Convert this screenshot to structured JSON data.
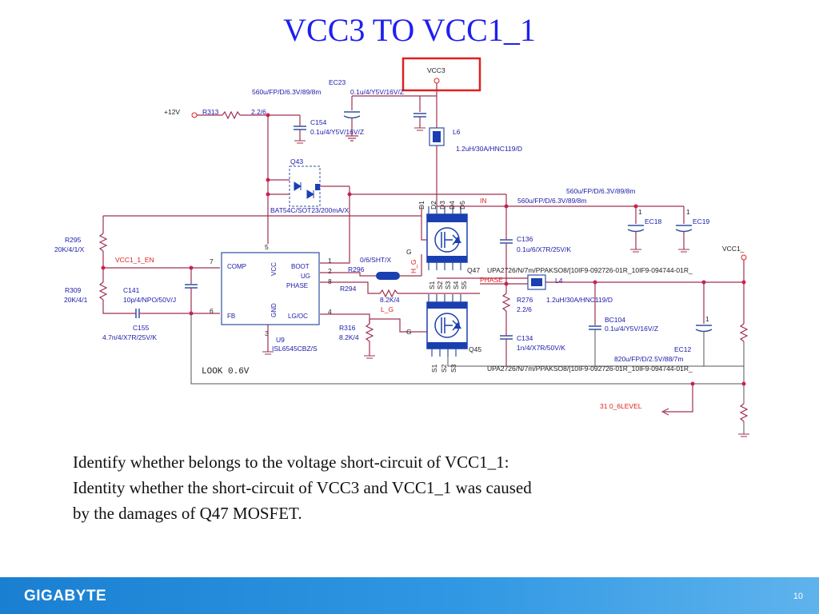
{
  "slide": {
    "title": "VCC3 TO VCC1_1",
    "description": [
      "Identify whether belongs to the voltage short-circuit of  VCC1_1:",
      "Identity whether the short-circuit of  VCC3 and VCC1_1 was caused",
      "by the damages of Q47 MOSFET."
    ],
    "brand": "GIGABYTE",
    "page_number": "10"
  },
  "schematic": {
    "nets": {
      "vcc3": "VCC3",
      "plus12v": "+12V",
      "vcc1_1": "VCC1_",
      "vcc1_1_en": "VCC1_1_EN",
      "in": "IN",
      "phase": "PHASE",
      "level": "31  0_6LEVEL",
      "hg": "H_G",
      "lg": "L_G",
      "g_top": "G",
      "g_bot": "G"
    },
    "components": {
      "ec23_ref": "EC23",
      "ec23_val": "560u/FP/D/6.3V/89/8m",
      "ec23_cap": "0.1u/4/Y5V/16V/Z",
      "r313_ref": "R313",
      "r313_val": "2.2/6",
      "c154_ref": "C154",
      "c154_val": "0.1u/4/Y5V/16V/Z",
      "l6_ref": "L6",
      "l6_val": "1.2uH/30A/HNC119/D",
      "q43_ref": "Q43",
      "q43_val": "BAT54C/SOT23/200mA/X",
      "ec18_ref": "EC18",
      "ec19_ref": "EC19",
      "bulk_val1": "560u/FP/D/6.3V/89/8m",
      "bulk_val2": "560u/FP/D/6.3V/89/8m",
      "r295_ref": "R295",
      "r295_val": "20K/4/1/X",
      "r309_ref": "R309",
      "r309_val": "20K/4/1",
      "c141_ref": "C141",
      "c141_val": "10p/4/NPO/50V/J",
      "c155_ref": "C155",
      "c155_val": "4.7n/4/X7R/25V/K",
      "u9_ref": "U9",
      "u9_val": "ISL6545CBZ/S",
      "r296_ref": "R296",
      "r296_val": "0/6/SHT/X",
      "r294_ref": "R294",
      "r294_val": "8.2K/4",
      "r316_ref": "R316",
      "r316_val": "8.2K/4",
      "c136_ref": "C136",
      "c136_val": "0.1u/6/X7R/25V/K",
      "q47_ref": "Q47",
      "q47_val": "UPA2726/N/7m/PPAKSO8/[10IF9-092726-01R_10IF9-094744-01R_",
      "q45_ref": "Q45",
      "q45_val": "UPA2726/N/7m/PPAKSO8/[10IF9-092726-01R_10IF9-094744-01R_",
      "r276_ref": "R276",
      "r276_val": "2.2/6",
      "l4_ref": "L4",
      "l4_val": "1.2uH/30A/HNC119/D",
      "c134_ref": "C134",
      "c134_val": "1n/4/X7R/50V/K",
      "bc104_ref": "BC104",
      "bc104_val": "0.1u/4/Y5V/16V/Z",
      "ec12_ref": "EC12",
      "ec12_val": "820u/FP/D/2.5V/88/7m",
      "pol1": "1",
      "pol2": "1",
      "pol3": "1"
    },
    "ic_pins": {
      "comp": "COMP",
      "vcc": "VCC",
      "boot": "BOOT",
      "ug": "UG",
      "phase": "PHASE",
      "fb": "FB",
      "gnd": "GND",
      "lgoc": "LG/OC",
      "p7": "7",
      "p1": "1",
      "p2": "2",
      "p8": "8",
      "p6": "6",
      "p4": "4",
      "p5": "5",
      "p3": "3"
    },
    "mosfet_pins": {
      "top": [
        "D1",
        "D2",
        "D3",
        "D4",
        "D5"
      ],
      "mid": [
        "S1",
        "S2",
        "S3",
        "S4",
        "S5"
      ],
      "bot": [
        "S1",
        "S2",
        "S3"
      ]
    },
    "note": "LOOK 0.6V"
  }
}
